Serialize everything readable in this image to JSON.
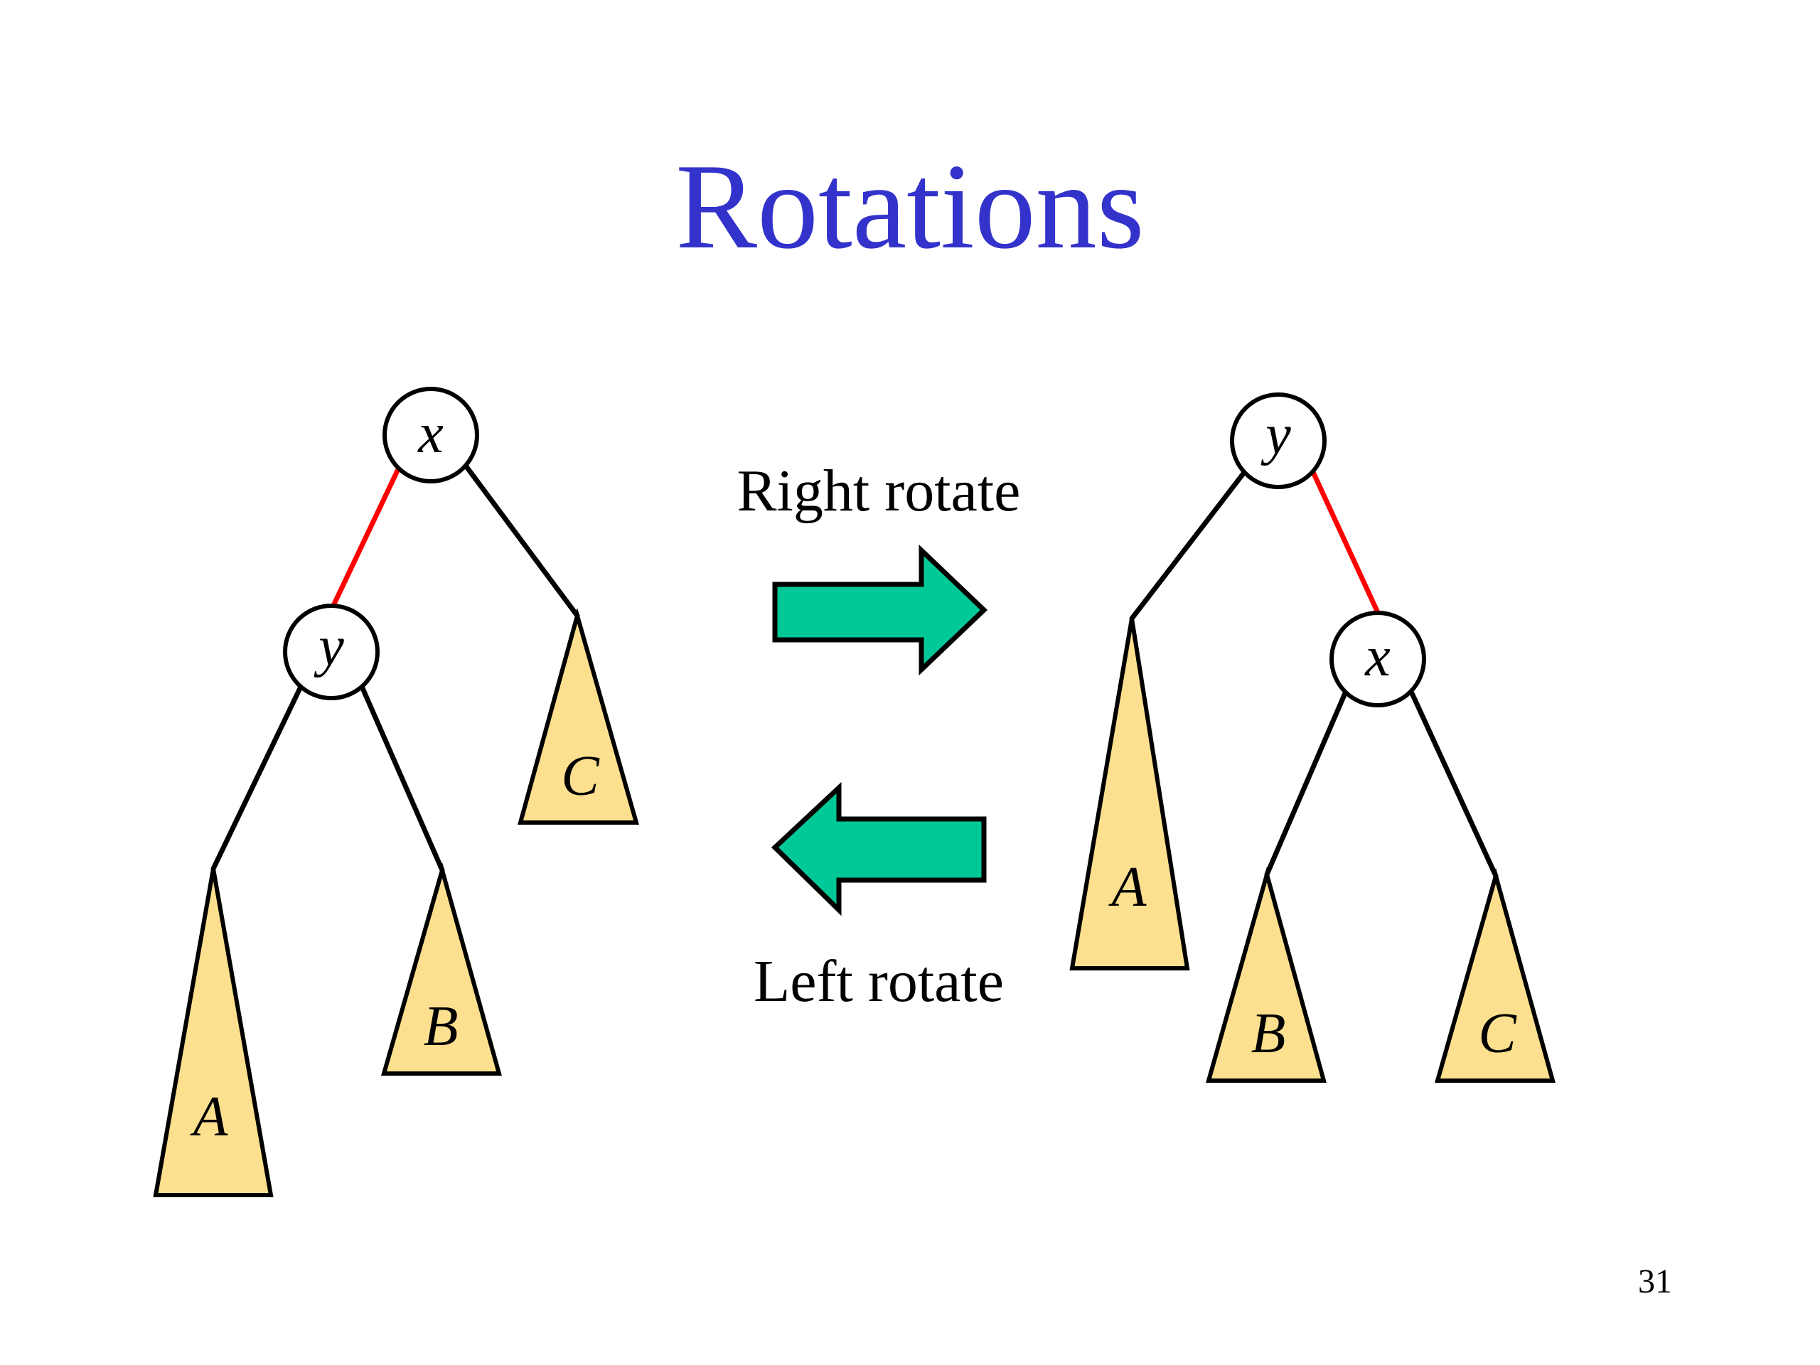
{
  "title": "Rotations",
  "right_rotate_label": "Right rotate",
  "left_rotate_label": "Left rotate",
  "page_number": "31",
  "colors": {
    "title": "#3333cc",
    "highlight_edge": "#ff0000",
    "subtree_fill": "#fde08f",
    "arrow_fill": "#00c896"
  },
  "left_tree": {
    "root": "x",
    "child": "y",
    "subtrees": [
      "A",
      "B",
      "C"
    ]
  },
  "right_tree": {
    "root": "y",
    "child": "x",
    "subtrees": [
      "A",
      "B",
      "C"
    ]
  }
}
